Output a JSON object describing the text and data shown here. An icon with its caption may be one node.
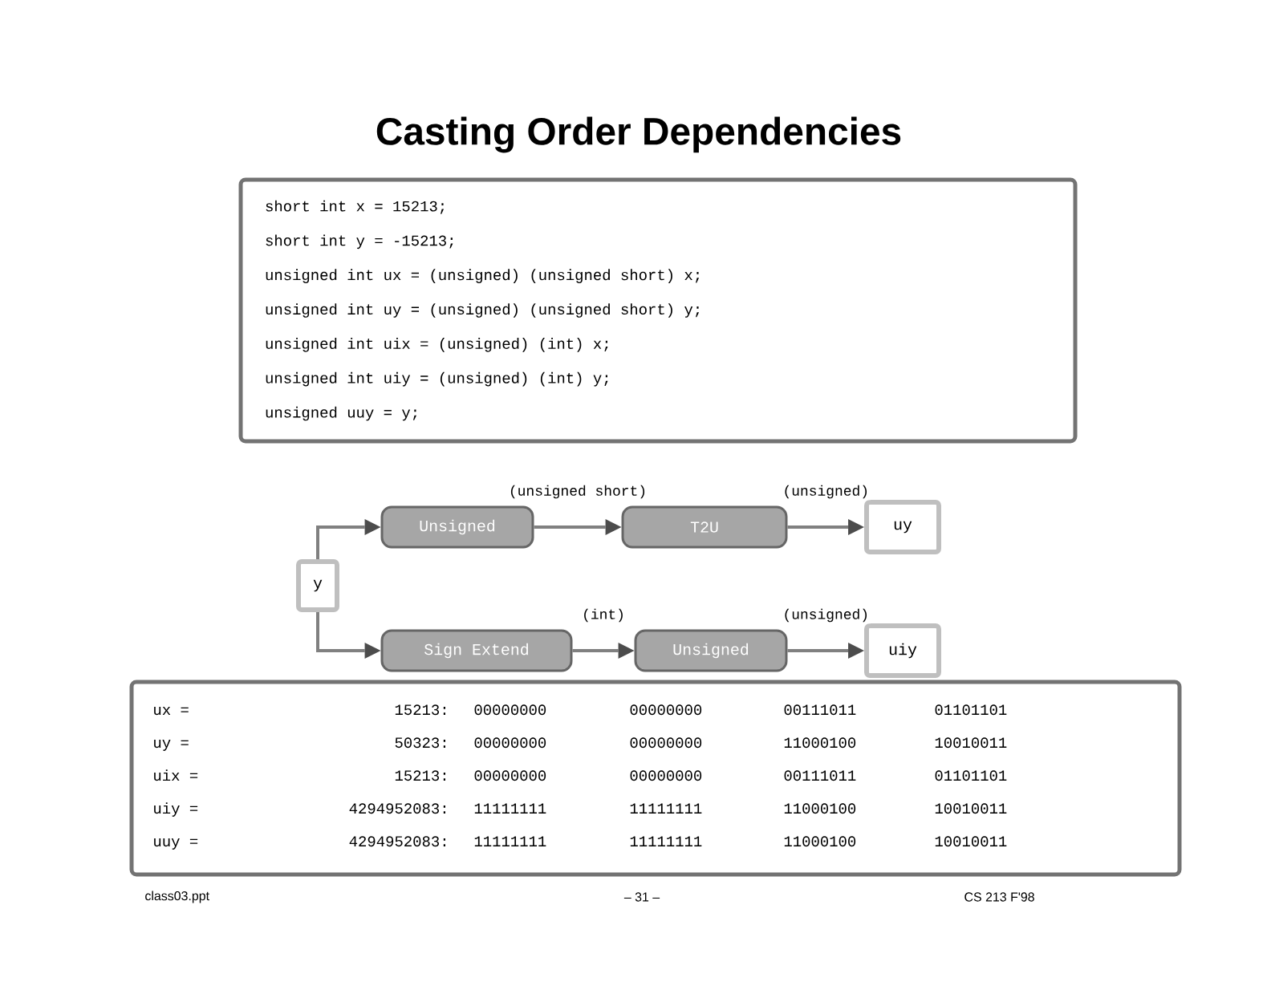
{
  "diagram": {
    "title": "Casting Order Dependencies",
    "nodes": [
      {
        "text": [
          "short int x = 15213;",
          "short int y = -15213;",
          "unsigned int ux = (unsigned) (unsigned short) x;",
          "unsigned int uy = (unsigned) (unsigned short) y;",
          "unsigned int uix = (unsigned) (int) x;",
          "unsigned int uiy = (unsigned) (int) y;",
          "unsigned uuy = y;"
        ]
      },
      {
        "text": [
          "Unsigned"
        ]
      },
      {
        "text": [
          "T2U"
        ]
      },
      {
        "text": [
          "uy"
        ]
      },
      {
        "text": [
          "y"
        ]
      },
      {
        "text": [
          "Sign Extend"
        ]
      },
      {
        "text": [
          "Unsigned"
        ]
      },
      {
        "text": [
          "uiy"
        ]
      }
    ],
    "edges": [
      {
        "from": 4,
        "to": 1,
        "arrow": "to"
      },
      {
        "from": 1,
        "to": 2,
        "arrow": "to",
        "label": "(unsigned short)"
      },
      {
        "from": 2,
        "to": 3,
        "arrow": "to",
        "label": "(unsigned)"
      },
      {
        "from": 4,
        "to": 5,
        "arrow": "to"
      },
      {
        "from": 5,
        "to": 6,
        "arrow": "to",
        "label": "(int)"
      },
      {
        "from": 6,
        "to": 7,
        "arrow": "to",
        "label": "(unsigned)"
      }
    ],
    "labels": [
      "ux =",
      "15213:",
      "00000000",
      "00000000",
      "00111011",
      "01101101",
      "uy =",
      "50323:",
      "00000000",
      "00000000",
      "11000100",
      "10010011",
      "uix =",
      "15213:",
      "00000000",
      "00000000",
      "00111011",
      "01101101",
      "uiy =",
      "4294952083:",
      "11111111",
      "11111111",
      "11000100",
      "10010011",
      "uuy =",
      "4294952083:",
      "11111111",
      "11111111",
      "11000100",
      "10010011",
      "class03.ppt",
      "– 31 –",
      "CS 213 F'98"
    ]
  }
}
